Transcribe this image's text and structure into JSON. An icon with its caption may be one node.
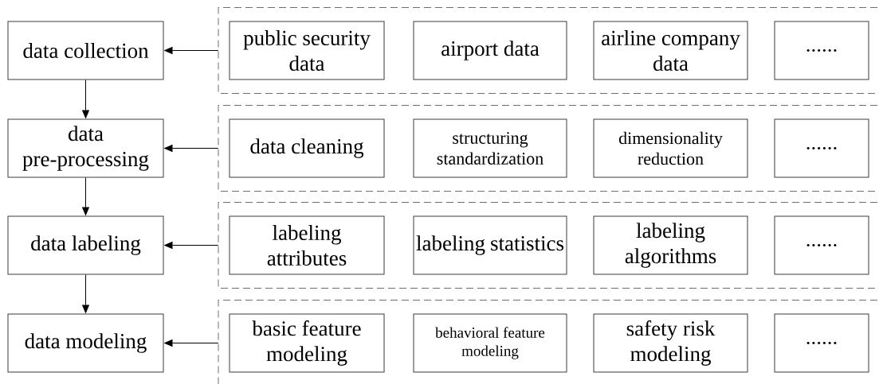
{
  "diagram": {
    "nodes": [
      {
        "text": [
          "data collection"
        ]
      },
      {
        "text": [],
        "shape": "box"
      },
      {
        "text": [
          "public security data"
        ],
        "in": 1
      },
      {
        "text": [
          "airport data"
        ],
        "in": 1
      },
      {
        "text": [
          "airline company data"
        ],
        "in": 1
      },
      {
        "text": [
          "......"
        ],
        "in": 1
      },
      {
        "text": [
          "data pre-processing"
        ]
      },
      {
        "text": [],
        "shape": "box"
      },
      {
        "text": [
          "data cleaning"
        ],
        "in": 7
      },
      {
        "text": [
          "structuring standardization"
        ],
        "in": 7
      },
      {
        "text": [
          "dimensionality reduction"
        ],
        "in": 7
      },
      {
        "text": [
          "......"
        ],
        "in": 7
      },
      {
        "text": [
          "data labeling"
        ]
      },
      {
        "text": [],
        "shape": "box"
      },
      {
        "text": [
          "labeling attributes"
        ],
        "in": 13
      },
      {
        "text": [
          "labeling statistics"
        ],
        "in": 13
      },
      {
        "text": [
          "labeling algorithms"
        ],
        "in": 13
      },
      {
        "text": [
          "......"
        ],
        "in": 13
      },
      {
        "text": [
          "data modeling"
        ]
      },
      {
        "text": [],
        "shape": "box"
      },
      {
        "text": [
          "basic feature modeling"
        ],
        "in": 19
      },
      {
        "text": [
          "behavioral feature modeling"
        ],
        "in": 19
      },
      {
        "text": [
          "safety risk modeling"
        ],
        "in": 19
      },
      {
        "text": [
          "......"
        ],
        "in": 19
      }
    ],
    "edges": [
      {
        "from": 1,
        "to": 0,
        "arrow": "to"
      },
      {
        "from": 7,
        "to": 6,
        "arrow": "to"
      },
      {
        "from": 13,
        "to": 12,
        "arrow": "to"
      },
      {
        "from": 19,
        "to": 18,
        "arrow": "to"
      },
      {
        "from": 0,
        "to": 6,
        "arrow": "to"
      },
      {
        "from": 6,
        "to": 12,
        "arrow": "to"
      },
      {
        "from": 12,
        "to": 18,
        "arrow": "to"
      }
    ]
  }
}
